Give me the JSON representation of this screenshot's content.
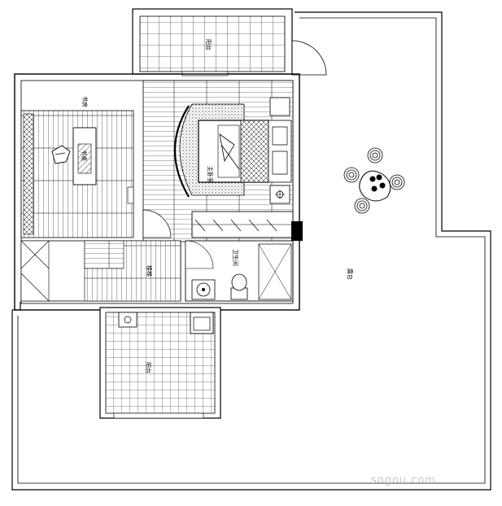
{
  "plan": {
    "labels": {
      "top_balcony": "阳台",
      "study": "书房",
      "study_desk": "书桌",
      "master_bedroom": "主卧室",
      "stair": "楼梯",
      "bathroom": "卫生间",
      "terrace": "露台",
      "bottom_balcony": "阳台"
    },
    "watermark": "sogou.com"
  }
}
